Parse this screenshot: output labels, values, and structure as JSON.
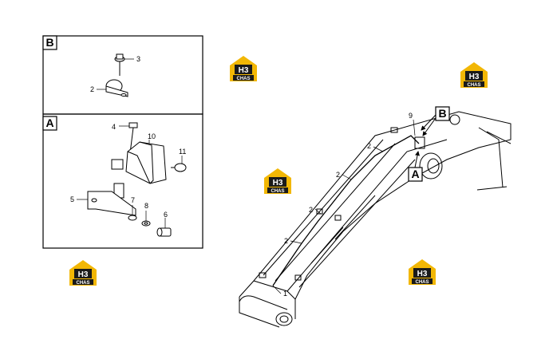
{
  "views": {
    "b": {
      "letter": "B"
    },
    "a": {
      "letter": "A"
    }
  },
  "callouts_b": {
    "c3": "3",
    "c2": "2"
  },
  "callouts_a": {
    "c4": "4",
    "c10": "10",
    "c11": "11",
    "c5": "5",
    "c7": "7",
    "c8": "8",
    "c6": "6"
  },
  "callouts_main": {
    "c9": "9",
    "c2a": "2",
    "c2b": "2",
    "c2c": "2",
    "c2d": "2",
    "c1": "1"
  },
  "main_view_refs": {
    "b": "B",
    "a": "A"
  },
  "watermark": {
    "mark": "H3",
    "sub": "CHAS"
  },
  "colors": {
    "logo_yellow": "#f2b705",
    "logo_dark": "#1a1a1a",
    "line": "#000000"
  }
}
